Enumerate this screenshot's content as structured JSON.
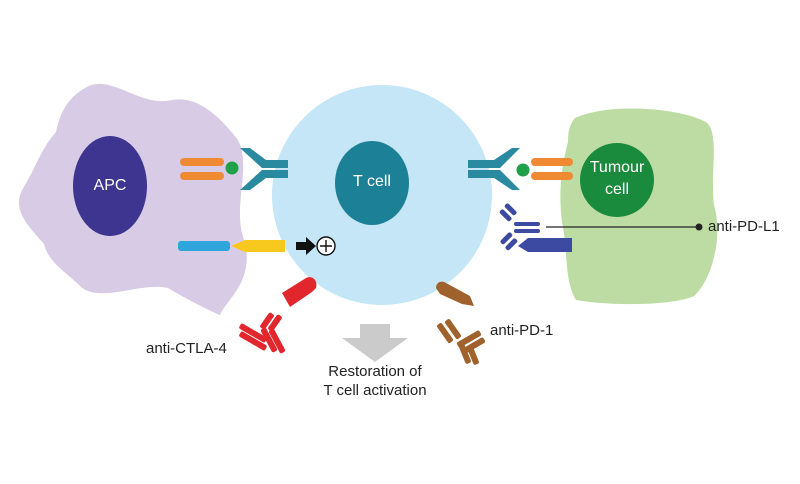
{
  "cells": {
    "apc": {
      "label": "APC"
    },
    "tcell": {
      "label": "T cell"
    },
    "tumour": {
      "label_line1": "Tumour",
      "label_line2": "cell"
    }
  },
  "antibodies": {
    "anti_pdl1": "anti-PD-L1",
    "anti_ctla4": "anti-CTLA-4",
    "anti_pd1": "anti-PD-1"
  },
  "outcome": {
    "line1": "Restoration of",
    "line2": "T cell activation"
  },
  "colors": {
    "apc_body": "#d8cbe6",
    "apc_nucleus": "#3d3590",
    "tcell_body": "#c5e6f6",
    "tcell_nucleus": "#1c8096",
    "tumour_body": "#bcdca4",
    "tumour_nucleus": "#1a8a3c",
    "mhc": "#f08a32",
    "tcr": "#2a8aa0",
    "antigen": "#21a04a",
    "b7": "#2ea6dc",
    "cd28": "#f7c81e",
    "ctla4": "#e2262d",
    "pd1": "#a0622c",
    "pdl1": "#3c4aa2",
    "arrow_grey": "#cbcbcb"
  }
}
